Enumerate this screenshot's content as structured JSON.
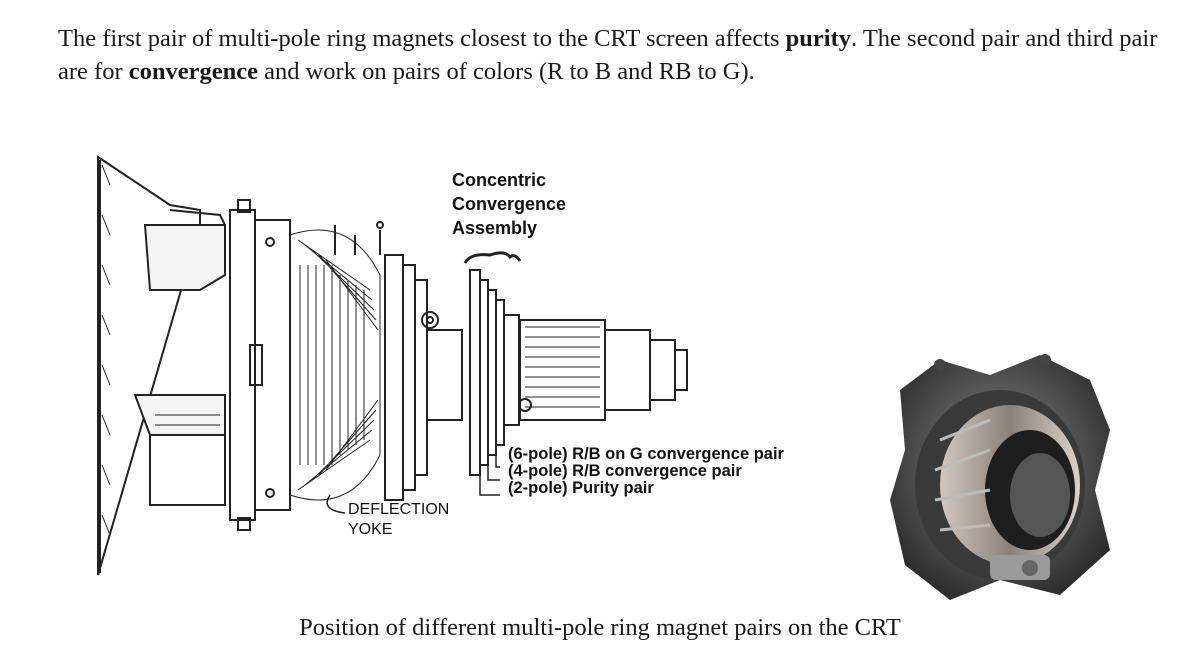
{
  "paragraph": {
    "s1_pre": "The first pair of multi-pole ring magnets closest to the CRT screen affects ",
    "s1_bold": "purity",
    "s1_post": ". The second pair and third pair are for ",
    "s2_bold": "convergence",
    "s2_post": " and work on pairs of colors (R to B and RB to G)."
  },
  "diagram": {
    "assembly_title": [
      "Concentric",
      "Convergence",
      "Assembly"
    ],
    "pole_labels": [
      "(6-pole) R/B on G convergence pair",
      "(4-pole) R/B convergence pair",
      "(2-pole) Purity pair"
    ],
    "yoke_label": [
      "DEFLECTION",
      "YOKE"
    ]
  },
  "caption": "Position of different multi-pole ring magnet pairs on the CRT"
}
